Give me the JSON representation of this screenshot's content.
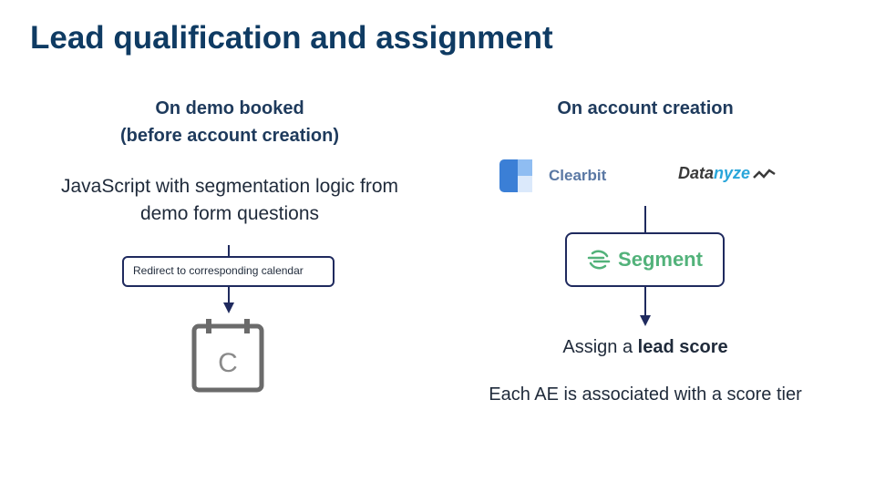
{
  "title": "Lead qualification and assignment",
  "left": {
    "heading_line1": "On demo booked",
    "heading_line2": "(before account creation)",
    "description_line1": "JavaScript with segmentation logic from",
    "description_line2": "demo form questions",
    "redirect_label": "Redirect to corresponding calendar",
    "calendar_letter": "C"
  },
  "right": {
    "heading": "On account creation",
    "clearbit_label": "Clearbit",
    "datanyze_prefix": "Data",
    "datanyze_suffix": "nyze",
    "segment_label": "Segment",
    "assign_prefix": "Assign a ",
    "assign_bold": "lead score",
    "tier_text": "Each AE is associated with a score tier"
  },
  "colors": {
    "title": "#0f3b63",
    "arrow": "#1f2a5e",
    "clearbit": "#5a78a4",
    "datanyze_accent": "#2aa6da",
    "segment": "#52b27a"
  }
}
